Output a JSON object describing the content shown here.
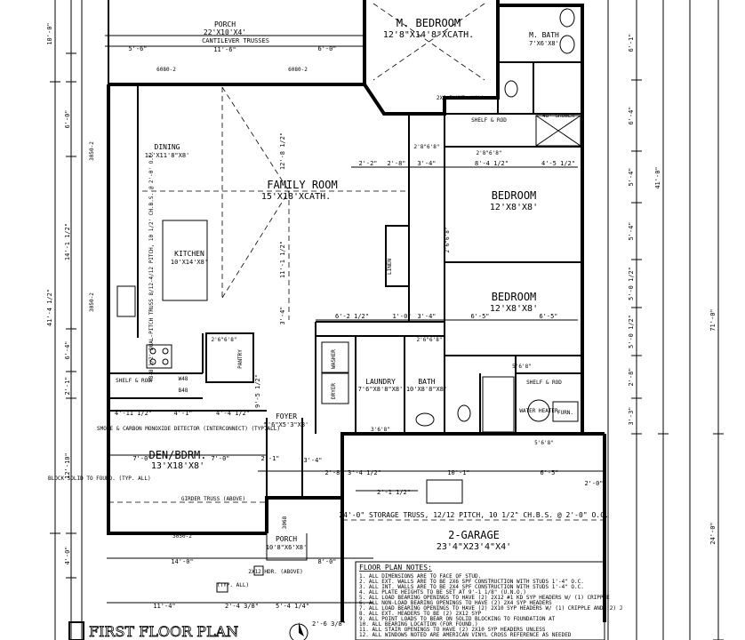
{
  "plan_title": "FIRST FLOOR PLAN",
  "rooms": {
    "porch_top": {
      "name": "PORCH",
      "size": "22'X10'X4'",
      "note": "CANTILEVER TRUSSES"
    },
    "master_bedroom": {
      "name": "M. BEDROOM",
      "size": "12'8\"X14'8\"XCATH."
    },
    "master_bath": {
      "name": "M. BATH",
      "size": "7'X6'X8'"
    },
    "dining": {
      "name": "DINING",
      "size": "12'X11'8\"X8'"
    },
    "family_room": {
      "name": "FAMILY ROOM",
      "size": "15'X18'XCATH."
    },
    "kitchen": {
      "name": "KITCHEN",
      "size": "10'X14'X8'"
    },
    "bedroom_1": {
      "name": "BEDROOM",
      "size": "12'X8'X8'"
    },
    "bedroom_2": {
      "name": "BEDROOM",
      "size": "12'X8'X8'"
    },
    "laundry": {
      "name": "LAUNDRY",
      "size": "7'6\"X8'8\"X8'"
    },
    "bath": {
      "name": "BATH",
      "size": "10'X8'8\"X8'"
    },
    "foyer": {
      "name": "FOYER",
      "size": "5'6\"X5'3\"X8'"
    },
    "den": {
      "name": "DEN/BDRM.",
      "size": "13'X18'X8'"
    },
    "porch_front": {
      "name": "PORCH",
      "size": "10'8\"X6'X8'"
    },
    "garage": {
      "name": "2-GARAGE",
      "size": "23'4\"X23'4\"X4'"
    }
  },
  "notes_on_plan": {
    "plumb_wall": "2X6 PLUMB. WALL",
    "shelf_rod": "SHELF & ROD",
    "shower": "48\" SHOWER",
    "linen": "LINEN",
    "pantry": "PANTRY",
    "water_heater": "WATER HEATER",
    "furn": "FURN.",
    "smoke_detector": "SMOKE & CARBON MONOXIDE DETECTOR (INTERCONNECT) (TYP.ALL)",
    "girder_truss": "GIRDER TRUSS (ABOVE)",
    "block_solid": "BLOCK SOLID TO FOUND. (TYP. ALL)",
    "kitchen_truss": "48-8 1/2' DUAL-PITCH TRUSS 8/12-4/12 PITCH, 10 1/2' CH.B.S. @ 2'-0' O.C.",
    "garage_truss": "24'-0\" STORAGE TRUSS, 12/12 PITCH, 10 1/2\" CH.B.S. @ 2'-0\" O.C.",
    "header": "2X12 HDR. (ABOVE)",
    "typ_all": "(TYP. ALL)",
    "w48": "W48",
    "b48": "B48",
    "washer": "WASHER",
    "dryer": "DRYER"
  },
  "window_tags": {
    "porch_w1": "6080-2",
    "porch_w2": "6080-2",
    "dining_win": "3050-2",
    "kitchen_win": "3050-2",
    "den_win": "3050-2",
    "door_front": "3068",
    "door_mb": "2'8\"6'8\"",
    "door_hall": "2'8\"6'8\"",
    "door_bed1": "2'6\"6'8\"",
    "door_bed2": "5'6'8\"",
    "door_bath": "2'6\"6'8\"",
    "door_laundry": "3'6'8\"",
    "door_pantry": "2'6\"6'8\"",
    "door_cl": "5'6'8\""
  },
  "dimensions": {
    "top_left_overall": "11'-6\"",
    "top_left_a": "5'-6\"",
    "top_left_b": "6'-0\"",
    "left_a": "10'-0\"",
    "left_b": "6'-0\"",
    "left_c": "14'-1 1/2\"",
    "left_d": "6'-4\"",
    "left_e": "2'-1\"",
    "left_f": "12'-10\"",
    "left_overall": "41'-4 1/2\"",
    "left_g": "4'-0\"",
    "right_a": "6'-1\"",
    "right_b": "6'-4\"",
    "right_c": "5'-4\"",
    "right_d": "5'-4\"",
    "right_e": "5'-0 1/2\"",
    "right_f": "5'-0 1/2\"",
    "right_g": "2'-8\"",
    "right_h": "3'-3\"",
    "right_overall_a": "41'-0\"",
    "right_overall_b": "71'-0\"",
    "right_garage": "24'-0\"",
    "fam_h": "12'-8 1/2\"",
    "fam_v": "11'-1 1/2\"",
    "fam_c": "3'-4\"",
    "hall_a": "2'-2\"",
    "hall_b": "2'-8\"",
    "hall_c": "3'-4\"",
    "bed_a": "8'-4 1/2\"",
    "bed_b": "4'-5 1/2\"",
    "bed_c": "6'-2 1/2\"",
    "bed_d": "1'-0\"",
    "bed_e": "3'-4\"",
    "bed_f": "6'-5\"",
    "bed_g": "6'-5\"",
    "den_a": "4'-11 1/2\"",
    "den_b": "4'-1\"",
    "den_c": "4'-4 1/2\"",
    "den_d": "7'-0\"",
    "den_e": "7'-0\"",
    "den_f": "2'-1\"",
    "den_g": "9'-5 1/2\"",
    "den_h": "3'-4\"",
    "mid_a": "2'-8\"",
    "mid_b": "3'-4 1/2\"",
    "mid_c": "10'-1\"",
    "mid_d": "6'-5\"",
    "mid_e": "2'-1 1/2\"",
    "mid_f": "2'-0\"",
    "bot_a": "14'-0\"",
    "bot_b": "8'-0\"",
    "bot_c": "11'-4\"",
    "bot_d": "2'-4 3/8\"",
    "bot_e": "5'-4 1/4\"",
    "bot_f": "2'-6 3/8\""
  },
  "floor_plan_notes": {
    "header": "FLOOR PLAN NOTES:",
    "items": [
      "1. ALL DIMENSIONS ARE TO FACE OF STUD.",
      "2. ALL EXT. WALLS ARE TO BE 2X6 SPF CONSTRUCTION WITH STUDS 1'-4\" O.C.",
      "3. ALL INT. WALLS ARE TO BE 2X4 SPF CONSTRUCTION WITH STUDS 1'-4\" O.C.",
      "4. ALL PLATE HEIGHTS TO BE SET AT 9'-1 1/8\" (U.N.O.)",
      "5. ALL LOAD BEARING OPENINGS TO HAVE (2) 2X12 #1 KD SYP HEADERS W/ (1) CRIPPLE",
      "6. ALL NON-LOAD BEARING OPENINGS TO HAVE (2) 2X4 SYP HEADERS",
      "7. ALL LOAD BEARING OPENINGS TO HAVE (2) 2X10 SYP HEADERS W/ (1) CRIPPLE AND (2) J",
      "8. ALL EXT. HEADERS TO BE (2) 2X12 SYP",
      "9. ALL POINT LOADS TO BEAR ON SOLID BLOCKING TO FOUNDATION AT",
      "10. ALL BEARING LOCATION (FOR FOUND.)",
      "11. ALL STAIR OPENINGS TO HAVE (2) 2X10 SYP HEADERS UNLESS",
      "12. ALL WINDOWS NOTED ARE AMERICAN VINYL CROSS REFERENCE AS NEEDED"
    ]
  }
}
